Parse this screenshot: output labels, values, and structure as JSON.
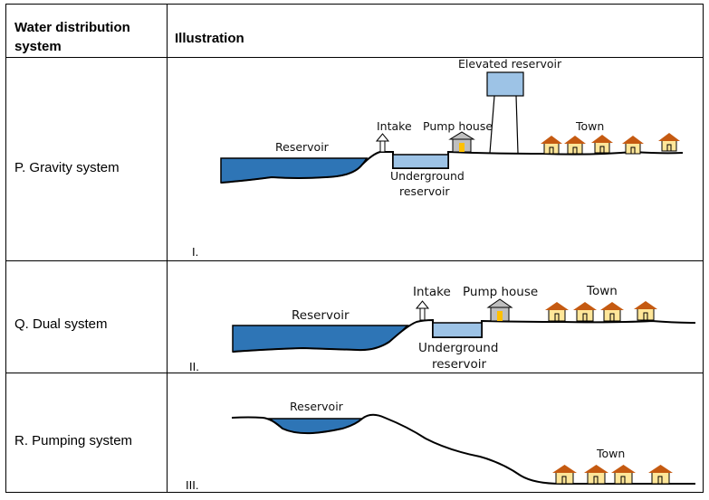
{
  "table": {
    "header_col1": "Water distribution system",
    "header_col2": "Illustration"
  },
  "rows": [
    {
      "system": "P. Gravity system",
      "roman": "I.",
      "labels": {
        "elevated": "Elevated reservoir",
        "intake": "Intake",
        "pump_house": "Pump house",
        "town": "Town",
        "reservoir": "Reservoir",
        "underground_1": "Underground",
        "underground_2": "reservoir"
      }
    },
    {
      "system": "Q. Dual system",
      "roman": "II.",
      "labels": {
        "intake": "Intake",
        "pump_house": "Pump house",
        "town": "Town",
        "reservoir": "Reservoir",
        "underground_1": "Underground",
        "underground_2": "reservoir"
      }
    },
    {
      "system": "R. Pumping system",
      "roman": "III.",
      "labels": {
        "reservoir": "Reservoir",
        "town": "Town"
      }
    }
  ],
  "colors": {
    "water": "#2e75b6",
    "underground_water": "#9dc3e6",
    "elevated_tank": "#9dc3e6",
    "house_wall": "#ffe699",
    "house_roof": "#c55a11",
    "pump_house": "#bfbfbf"
  }
}
